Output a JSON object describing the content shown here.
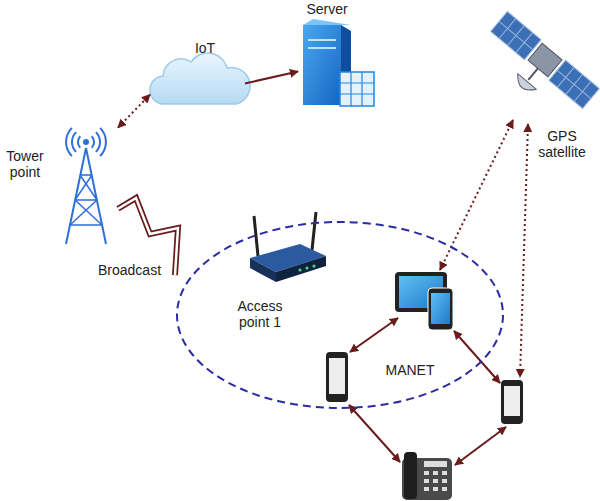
{
  "diagram": {
    "nodes": [
      {
        "text": [
          "Server"
        ]
      },
      {
        "text": [
          "IoT"
        ]
      },
      {
        "text": [
          "Tower point"
        ]
      },
      {
        "text": [
          "GPS satellite"
        ]
      },
      {
        "text": [
          "MANET"
        ]
      },
      {
        "text": [
          "Access point 1"
        ],
        "in": 4
      }
    ],
    "edges": [
      {
        "from": 2,
        "to": 1,
        "arrow": "both"
      },
      {
        "from": 1,
        "to": 0,
        "arrow": "to"
      },
      {
        "from": 2,
        "to": 4,
        "label": "Broadcast",
        "arrow": "none"
      }
    ]
  }
}
